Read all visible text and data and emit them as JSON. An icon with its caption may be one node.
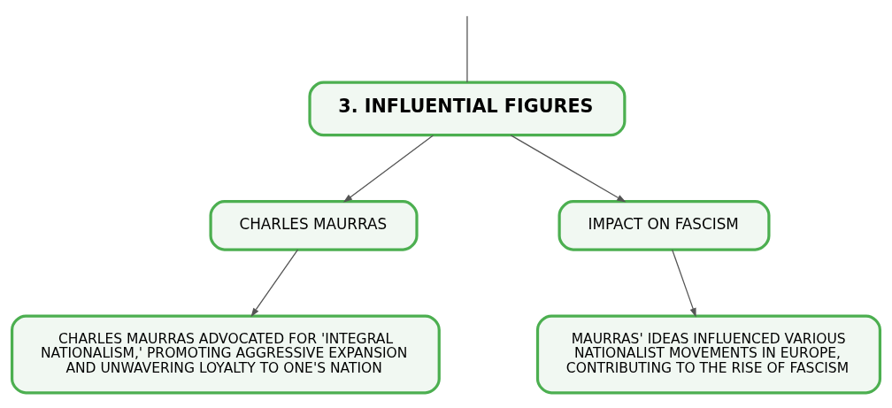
{
  "diagram": {
    "nodes": [
      {
        "text": [
          "3. INFLUENTIAL FIGURES"
        ]
      },
      {
        "text": [
          "CHARLES MAURRAS"
        ]
      },
      {
        "text": [
          "IMPACT ON FASCISM"
        ]
      },
      {
        "text": [
          "CHARLES MAURRAS ADVOCATED FOR 'INTEGRAL NATIONALISM,' PROMOTING AGGRESSIVE EXPANSION AND UNWAVERING LOYALTY TO ONE'S NATION"
        ]
      },
      {
        "text": [
          "MAURRAS' IDEAS INFLUENCED VARIOUS NATIONALIST MOVEMENTS IN EUROPE, CONTRIBUTING TO THE RISE OF FASCISM"
        ]
      }
    ],
    "edges": [
      {
        "from": null,
        "to": 0,
        "arrow": "none"
      },
      {
        "from": 0,
        "to": 1,
        "arrow": "to"
      },
      {
        "from": 0,
        "to": 2,
        "arrow": "to"
      },
      {
        "from": 1,
        "to": 3,
        "arrow": "to"
      },
      {
        "from": 2,
        "to": 4,
        "arrow": "to"
      }
    ]
  }
}
